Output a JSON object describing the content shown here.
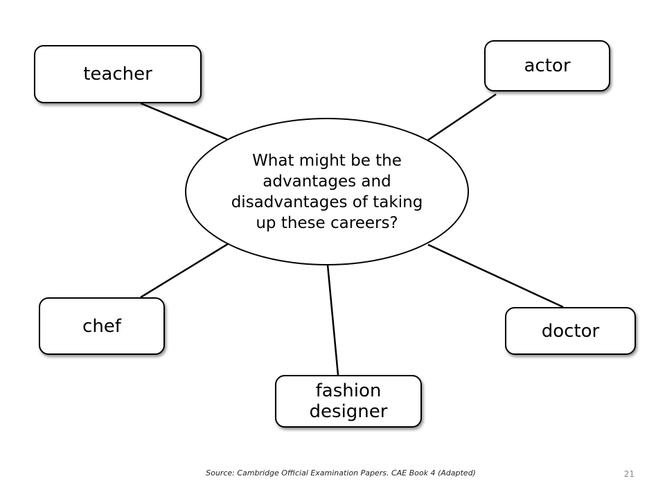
{
  "diagram": {
    "center": {
      "lines": [
        "What might be the",
        "advantages and",
        "disadvantages of taking",
        "up these careers?"
      ]
    },
    "nodes": {
      "teacher": "teacher",
      "actor": "actor",
      "chef": "chef",
      "doctor": "doctor",
      "fashion_designer": [
        "fashion",
        "designer"
      ]
    }
  },
  "footer": {
    "source": "Source: Cambridge Official Examination Papers. CAE Book 4 (Adapted)",
    "page_number": "21"
  }
}
